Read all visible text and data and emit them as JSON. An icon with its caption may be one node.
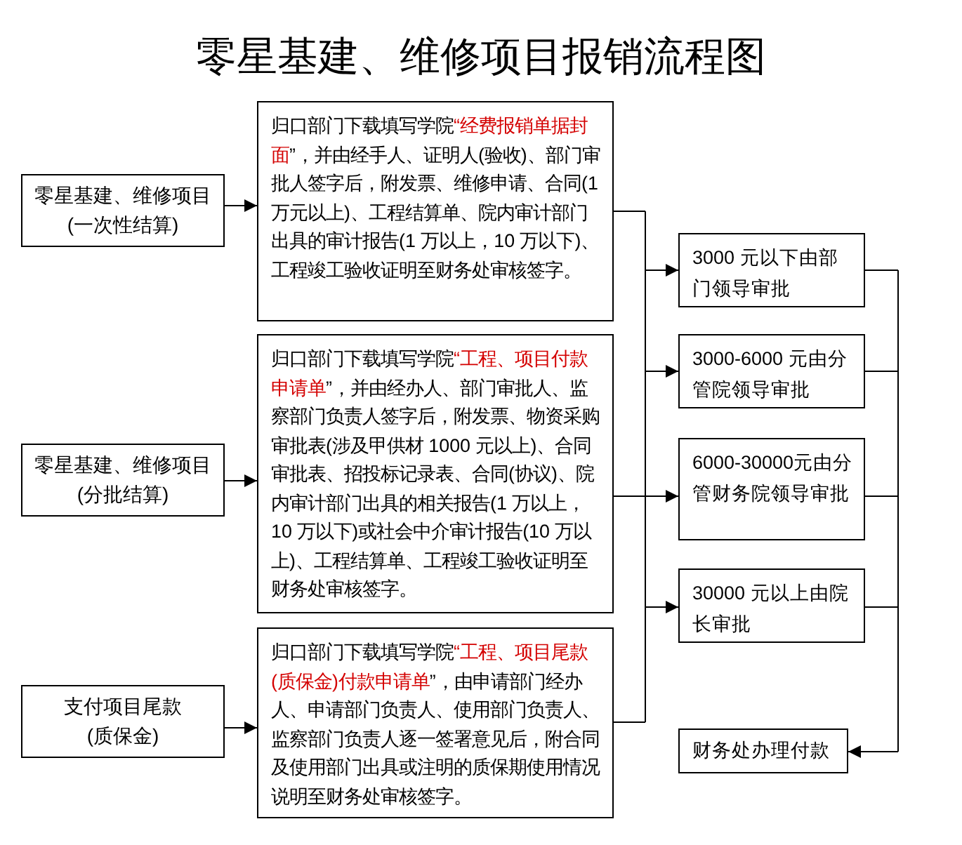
{
  "diagram": {
    "title": "零星基建、维修项目报销流程图",
    "nodes": [
      {
        "text": [
          "零星基建、维修项目(一次性结算)"
        ]
      },
      {
        "text": [
          "零星基建、维修项目(分批结算)"
        ]
      },
      {
        "text": [
          "支付项目尾款(质保金)"
        ]
      },
      {
        "text": [
          "归口部门下载填写学院**“经费报销单据封面**”，并由经手人、证明人(验收)、部门审批人签字后，附发票、维修申请、合同(1 万元以上)、工程结算单、院内审计部门出具的审计报告(1 万以上，10 万以下)、工程竣工验收证明至财务处审核签字。"
        ]
      },
      {
        "text": [
          "归口部门下载填写学院**“工程、项目付款申请单**”，并由经办人、部门审批人、监察部门负责人签字后，附发票、物资采购审批表(涉及甲供材 1000 元以上)、合同审批表、招投标记录表、合同(协议)、院内审计部门出具的相关报告(1 万以上，10 万以下)或社会中介审计报告(10 万以上)、工程结算单、工程竣工验收证明至财务处审核签字。"
        ]
      },
      {
        "text": [
          "归口部门下载填写学院**“工程、项目尾款(质保金)付款申请单**”，由申请部门经办人、申请部门负责人、使用部门负责人、监察部门负责人逐一签署意见后，附合同及使用部门出具或注明的质保期使用情况说明至财务处审核签字。"
        ]
      },
      {
        "text": [
          "3000 元以下由部门领导审批"
        ]
      },
      {
        "text": [
          "3000-6000 元由分管院领导审批"
        ]
      },
      {
        "text": [
          "6000-30000元由分管财务院领导审批"
        ]
      },
      {
        "text": [
          "30000 元以上由院长审批"
        ]
      },
      {
        "text": [
          "财务处办理付款"
        ]
      }
    ],
    "edges": [
      {
        "from": 0,
        "to": 3,
        "arrow": "to"
      },
      {
        "from": 1,
        "to": 4,
        "arrow": "to"
      },
      {
        "from": 2,
        "to": 5,
        "arrow": "to"
      },
      {
        "from": 3,
        "to": 6,
        "arrow": "to"
      },
      {
        "from": 3,
        "to": 7,
        "arrow": "to"
      },
      {
        "from": 3,
        "to": 8,
        "arrow": "to"
      },
      {
        "from": 3,
        "to": 9,
        "arrow": "to"
      },
      {
        "from": 4,
        "to": 6,
        "arrow": "to"
      },
      {
        "from": 4,
        "to": 7,
        "arrow": "to"
      },
      {
        "from": 4,
        "to": 8,
        "arrow": "to"
      },
      {
        "from": 4,
        "to": 9,
        "arrow": "to"
      },
      {
        "from": 5,
        "to": 6,
        "arrow": "to"
      },
      {
        "from": 5,
        "to": 7,
        "arrow": "to"
      },
      {
        "from": 5,
        "to": 8,
        "arrow": "to"
      },
      {
        "from": 5,
        "to": 9,
        "arrow": "to"
      },
      {
        "from": 6,
        "to": 10,
        "arrow": "to"
      },
      {
        "from": 7,
        "to": 10,
        "arrow": "to"
      },
      {
        "from": 8,
        "to": 10,
        "arrow": "to"
      },
      {
        "from": 9,
        "to": 10,
        "arrow": "to"
      }
    ]
  }
}
